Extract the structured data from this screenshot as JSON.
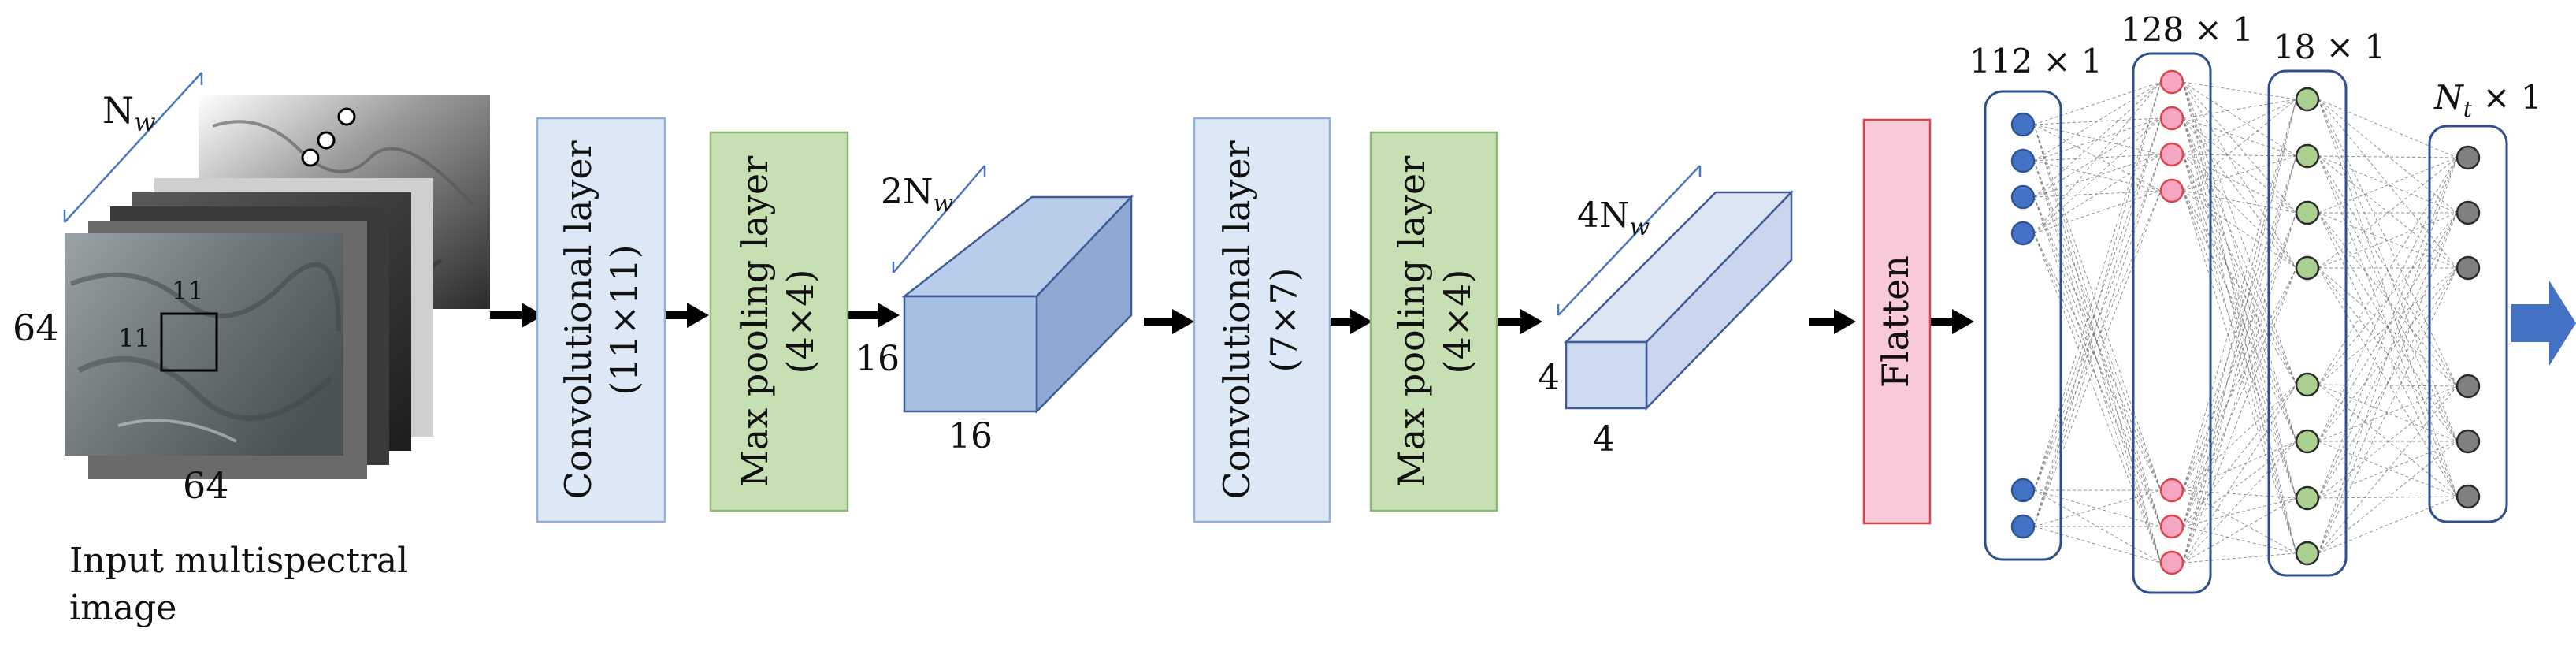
{
  "input": {
    "n_label": "N",
    "n_sub": "w",
    "height_label": "64",
    "width_label": "64",
    "kernel_h": "11",
    "kernel_w": "11",
    "caption_line1": "Input multispectral",
    "caption_line2": "image"
  },
  "blocks": {
    "conv1_line1": "Convolutional layer",
    "conv1_line2": "(11×11)",
    "pool1_line1": "Max pooling layer",
    "pool1_line2": "(4×4)",
    "conv2_line1": "Convolutional layer",
    "conv2_line2": "(7×7)",
    "pool2_line1": "Max pooling layer",
    "pool2_line2": "(4×4)",
    "flatten": "Flatten"
  },
  "volumes": {
    "v1_depth_prefix": "2N",
    "v1_depth_sub": "w",
    "v1_height": "16",
    "v1_width": "16",
    "v2_depth_prefix": "4N",
    "v2_depth_sub": "w",
    "v2_height": "4",
    "v2_width": "4"
  },
  "dense": {
    "l1": "112 × 1",
    "l2": "128 × 1",
    "l3": "18 × 1",
    "l4_var": "N",
    "l4_sub": "t",
    "l4_rest": " × 1"
  },
  "colors": {
    "conv_fill": "#dce8f6",
    "conv_stroke": "#8fb0d8",
    "pool_fill": "#c6e0b4",
    "pool_stroke": "#8fb875",
    "flatten_fill": "#f9c9d9",
    "flatten_stroke": "#e0424b",
    "cube_front": "#a7bfe3",
    "cube_top": "#b9cdeb",
    "cube_side": "#8ea9d3",
    "cube_stroke": "#3e5c98",
    "node_blue": "#4472c4",
    "node_pink": "#f4a6c3",
    "node_green": "#a9d08e",
    "node_gray": "#808080",
    "layer_box": "#2f4f8f",
    "out_arrow": "#4472c4"
  }
}
